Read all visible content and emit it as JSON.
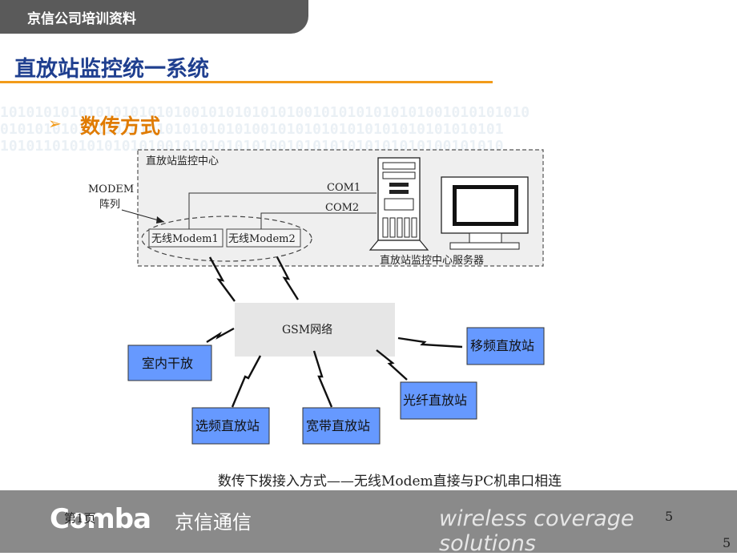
{
  "header": {
    "company_label": "京信公司培训资料"
  },
  "slide": {
    "title": "直放站监控统一系统",
    "bullet": "数传方式",
    "caption": "数传下拨接入方式——无线Modem直接与PC机串口相连"
  },
  "diagram": {
    "center_box_label": "直放站监控中心",
    "modem_array_label_1": "MODEM",
    "modem_array_label_2": "阵列",
    "modem1": "无线Modem1",
    "modem2": "无线Modem2",
    "com1": "COM1",
    "com2": "COM2",
    "server_label": "直放站监控中心服务器",
    "gsm_label": "GSM网络",
    "nodes": {
      "indoor": "室内干放",
      "freq_shift": "移频直放站",
      "fiber": "光纤直放站",
      "broadband": "宽带直放站",
      "freq_select": "选频直放站"
    }
  },
  "footer": {
    "logo": "Comba",
    "logo_cn": "京信通信",
    "tagline": "wireless coverage solutions",
    "page_label": "第1页",
    "page_number": "5",
    "page_number_corner": "5"
  },
  "colors": {
    "title_blue": "#1f3f8f",
    "accent_orange": "#f29b1a",
    "node_blue": "#6699ff",
    "gsm_gray": "#e6e6e6",
    "footer_gray": "#8a8a8a"
  }
}
